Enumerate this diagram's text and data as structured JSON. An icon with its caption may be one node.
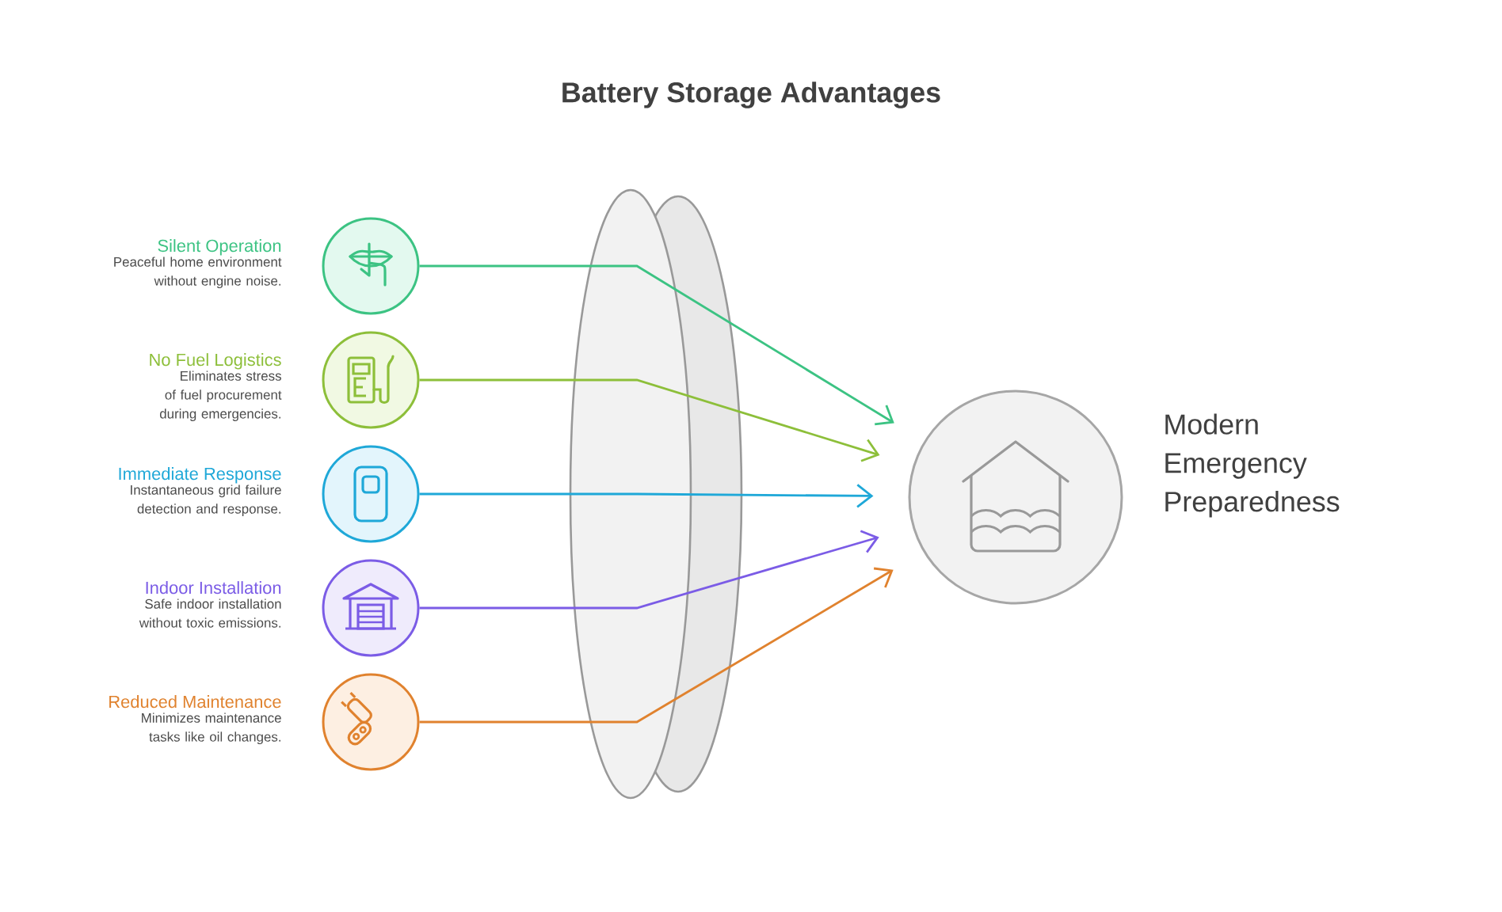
{
  "diagram": {
    "title": "Battery Storage Advantages",
    "nodes": [
      {
        "text": [
          "Silent Operation",
          "Peaceful home environment without engine noise."
        ]
      },
      {
        "text": [
          "No Fuel Logistics",
          "Eliminates stress of fuel procurement during emergencies."
        ]
      },
      {
        "text": [
          "Immediate Response",
          "Instantaneous grid failure detection and response."
        ]
      },
      {
        "text": [
          "Indoor Installation",
          "Safe indoor installation without toxic emissions."
        ]
      },
      {
        "text": [
          "Reduced Maintenance",
          "Minimizes maintenance tasks like oil changes."
        ]
      },
      {
        "text": [
          "Modern Emergency Preparedness"
        ]
      }
    ],
    "edges": [
      {
        "from": 0,
        "to": 5,
        "arrow": "to",
        "color": "#3cc383"
      },
      {
        "from": 1,
        "to": 5,
        "arrow": "to",
        "color": "#8dbf3a"
      },
      {
        "from": 2,
        "to": 5,
        "arrow": "to",
        "color": "#1fa8d8"
      },
      {
        "from": 3,
        "to": 5,
        "arrow": "to",
        "color": "#7b5ce6"
      },
      {
        "from": 4,
        "to": 5,
        "arrow": "to",
        "color": "#e0822e"
      }
    ]
  }
}
